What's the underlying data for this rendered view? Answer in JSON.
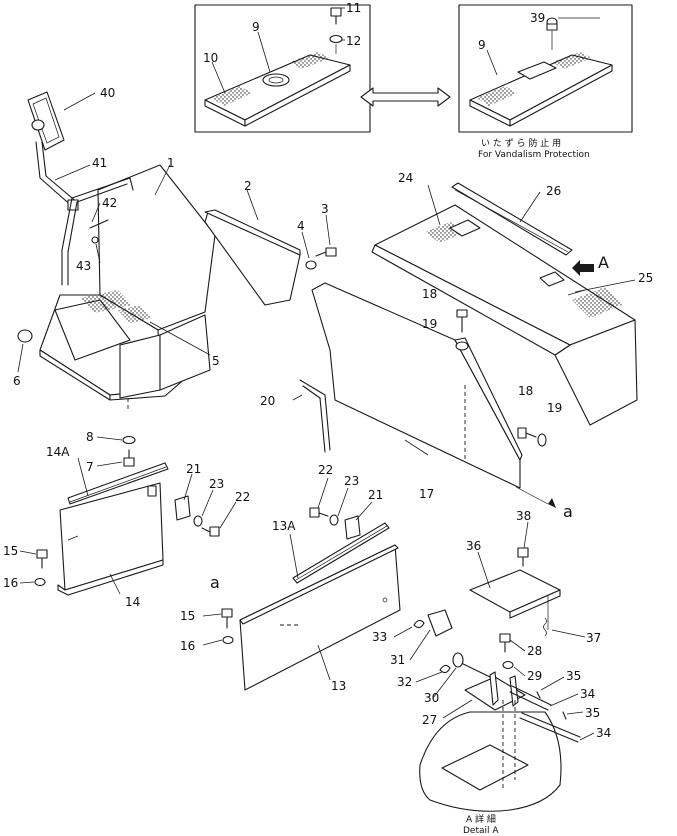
{
  "callouts": {
    "n1": "1",
    "n2": "2",
    "n3": "3",
    "n4": "4",
    "n5": "5",
    "n6": "6",
    "n7": "7",
    "n8": "8",
    "n9a": "9",
    "n9b": "9",
    "n10": "10",
    "n11": "11",
    "n12": "12",
    "n13": "13",
    "n13a": "13A",
    "n14": "14",
    "n14a": "14A",
    "n15a": "15",
    "n15b": "15",
    "n16a": "16",
    "n16b": "16",
    "n17": "17",
    "n18a": "18",
    "n18b": "18",
    "n19a": "19",
    "n19b": "19",
    "n20": "20",
    "n21a": "21",
    "n21b": "21",
    "n22a": "22",
    "n22b": "22",
    "n23a": "23",
    "n23b": "23",
    "n24": "24",
    "n25": "25",
    "n26": "26",
    "n27": "27",
    "n28": "28",
    "n29": "29",
    "n30": "30",
    "n31": "31",
    "n32": "32",
    "n33": "33",
    "n34a": "34",
    "n34b": "34",
    "n35a": "35",
    "n35b": "35",
    "n36": "36",
    "n37": "37",
    "n38": "38",
    "n39": "39",
    "n40": "40",
    "n41": "41",
    "n42": "42",
    "n43": "43"
  },
  "markers": {
    "view_a": "A",
    "ref_a1": "a",
    "ref_a2": "a"
  },
  "captions": {
    "vandalism_jp": "い た ず ら 防 止 用",
    "vandalism_en": "For Vandalism Protection",
    "detail_jp": "A 詳 細",
    "detail_en": "Detail A"
  }
}
